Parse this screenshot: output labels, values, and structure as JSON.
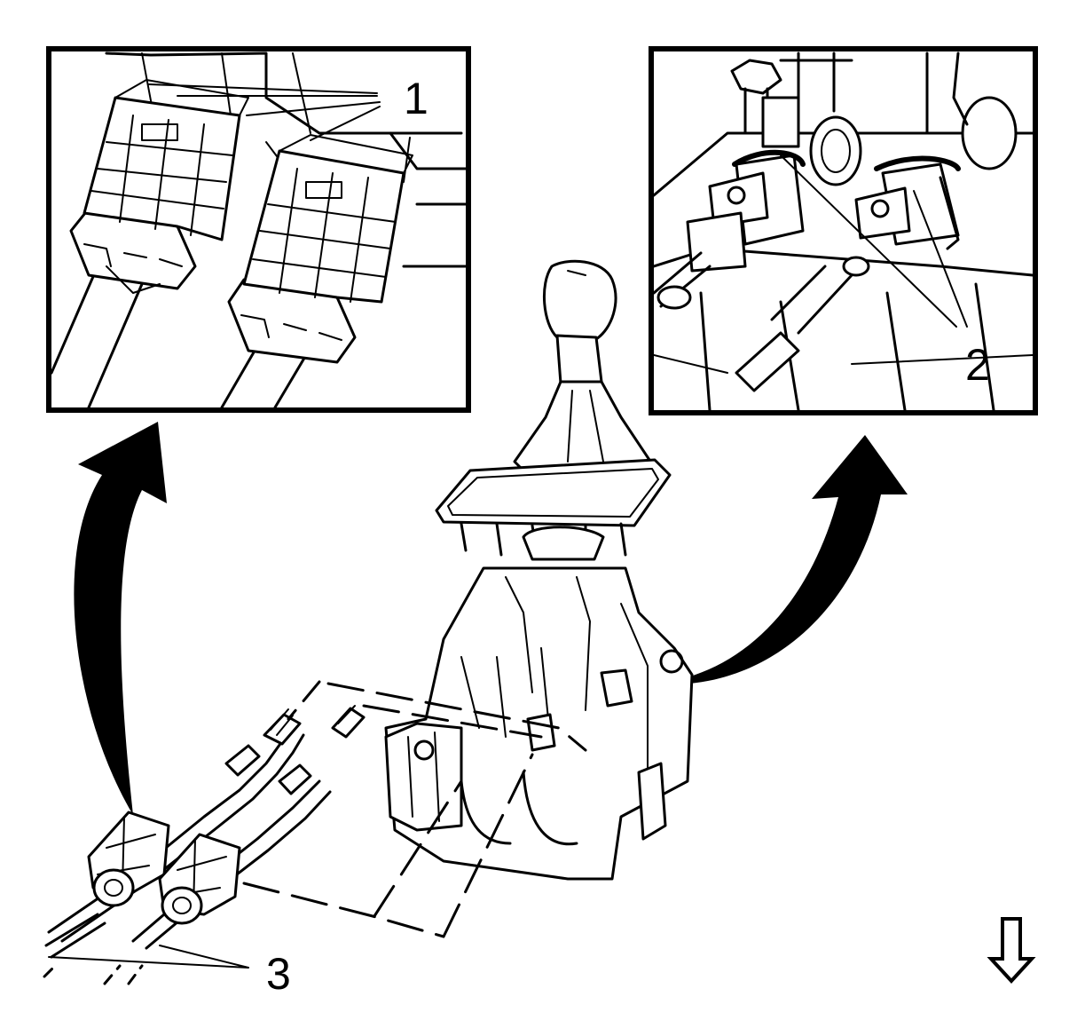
{
  "callouts": {
    "one": "1",
    "two": "2",
    "three": "3"
  },
  "icons": {
    "view_direction": "down-arrow-icon"
  },
  "colors": {
    "ink": "#000000",
    "paper": "#ffffff"
  }
}
